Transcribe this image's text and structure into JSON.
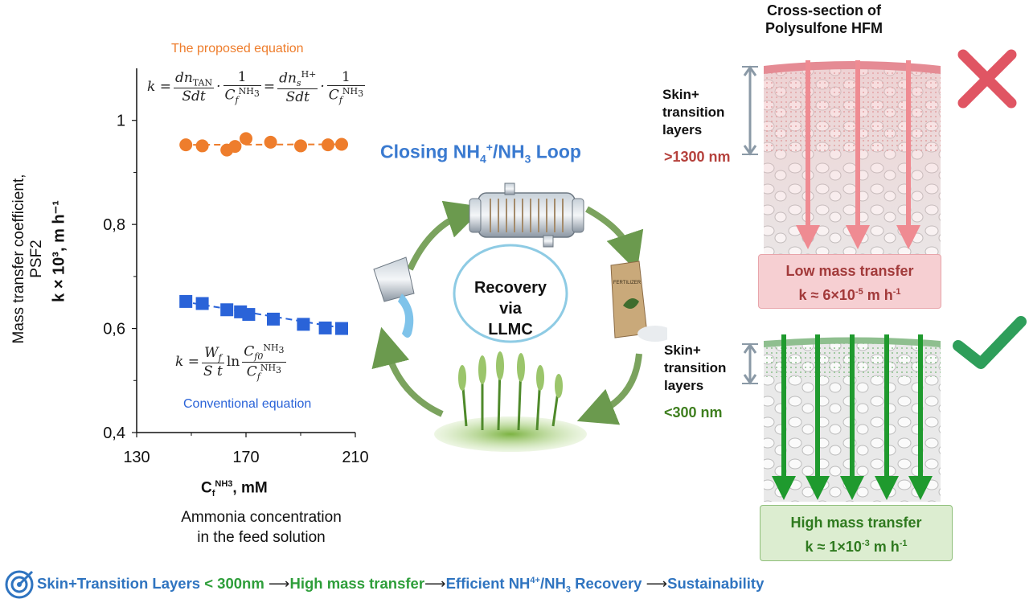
{
  "chart_data": {
    "type": "scatter",
    "xlabel_main": "C",
    "xlabel_sub": "f",
    "xlabel_sup": "NH3",
    "xlabel_unit": ", mM",
    "xlabel_desc_line1": "Ammonia concentration",
    "xlabel_desc_line2": "in the feed solution",
    "ylabel_line1": "Mass transfer coefficient, PSF2",
    "ylabel_line2": "k × 10³, m h⁻¹",
    "xlim": [
      130,
      210
    ],
    "ylim": [
      0.4,
      1.1
    ],
    "xticks": [
      "130",
      "170",
      "210"
    ],
    "yticks": [
      "0,4",
      "0,6",
      "0,8",
      "1"
    ],
    "series": [
      {
        "name": "The proposed equation",
        "color": "#ee7d2c",
        "marker": "circle",
        "x": [
          148,
          154,
          163,
          166,
          170,
          179,
          190,
          200,
          205
        ],
        "y": [
          0.953,
          0.951,
          0.943,
          0.95,
          0.965,
          0.958,
          0.951,
          0.953,
          0.954
        ]
      },
      {
        "name": "Conventional equation",
        "color": "#2a63d8",
        "marker": "square",
        "x": [
          148,
          154,
          163,
          168,
          171,
          180,
          191,
          199,
          205
        ],
        "y": [
          0.652,
          0.648,
          0.636,
          0.632,
          0.627,
          0.618,
          0.608,
          0.601,
          0.6
        ]
      }
    ]
  },
  "proposed_label": "The proposed equation",
  "conventional_label": "Conventional equation",
  "loop": {
    "title_pre": "Closing NH",
    "title_sub": "4",
    "title_sup": "+",
    "title_mid": "/NH",
    "title_sub2": "3",
    "title_post": " Loop",
    "center_line1": "Recovery",
    "center_line2": "via",
    "center_line3": "LLMC",
    "bag_label": "FERTILIZER"
  },
  "membrane": {
    "title_line1": "Cross-section of",
    "title_line2": "Polysulfone HFM",
    "top_layer_l1": "Skin+",
    "top_layer_l2": "transition",
    "top_layer_l3": "layers",
    "top_thickness": ">1300 nm",
    "top_box_l1": "Low mass transfer",
    "top_box_l2": "k ≈ 6×10",
    "top_box_exp": "-5",
    "top_box_unit": " m h",
    "top_box_unit_exp": "-1",
    "bottom_layer_l1": "Skin+",
    "bottom_layer_l2": "transition",
    "bottom_layer_l3": "layers",
    "bottom_thickness": "<300 nm",
    "bottom_box_l1": "High mass transfer",
    "bottom_box_l2": "k ≈ 1×10",
    "bottom_box_exp": "-3",
    "bottom_box_unit": " m h",
    "bottom_box_unit_exp": "-1"
  },
  "footer": {
    "p1": "Skin+Transition  Layers",
    "p2": " < 300nm",
    "p3": "High mass transfer",
    "p4": "Efficient NH",
    "p4_sup": "4",
    "p4_sup2": "+",
    "p4_end": "/NH",
    "p4_sub": "3",
    "p4_last": " Recovery",
    "p5": "Sustainability"
  },
  "colors": {
    "orange": "#ee7d2c",
    "blue": "#2a63d8",
    "green": "#2e9e3a",
    "red": "#e05563",
    "dark_red": "#b5413c",
    "footer_blue": "#2f74c0"
  }
}
